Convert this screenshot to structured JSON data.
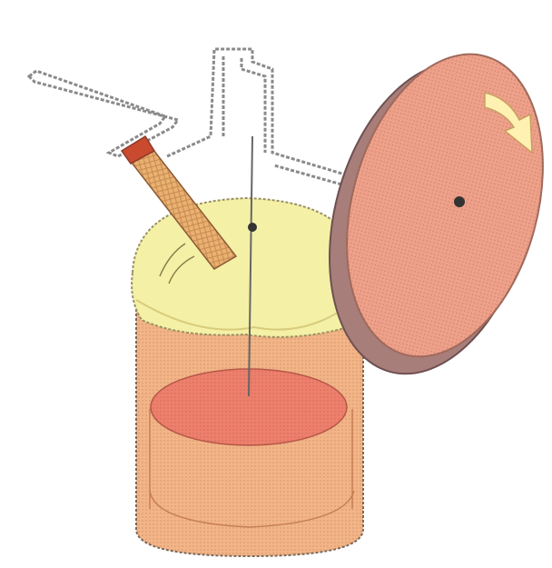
{
  "diagram": {
    "colors": {
      "background": "#ffffff",
      "outline": "#7a6a5a",
      "frame_outline": "#8a8a8a",
      "jar_body": "#f3b486",
      "jar_body_dark": "#e59d70",
      "liquid_surface": "#ee7f6c",
      "lid": "#f4f0a6",
      "lid_shadow": "#e8e08a",
      "rod": "#e9b172",
      "wheel_face": "#eea089",
      "wheel_edge": "#a87e7a",
      "arrow": "#fff1b2",
      "pivot": "#333333"
    },
    "icons": {
      "rotation_arrow": "curved-arrow-icon",
      "pivot_point": "dot-icon",
      "axle": "dot-icon"
    },
    "parts": [
      {
        "id": "jar",
        "description_visible": false
      },
      {
        "id": "liquid",
        "description_visible": false
      },
      {
        "id": "dome-lid",
        "description_visible": false
      },
      {
        "id": "connecting-rod",
        "description_visible": false
      },
      {
        "id": "frame",
        "description_visible": false
      },
      {
        "id": "flywheel",
        "description_visible": false
      }
    ]
  }
}
